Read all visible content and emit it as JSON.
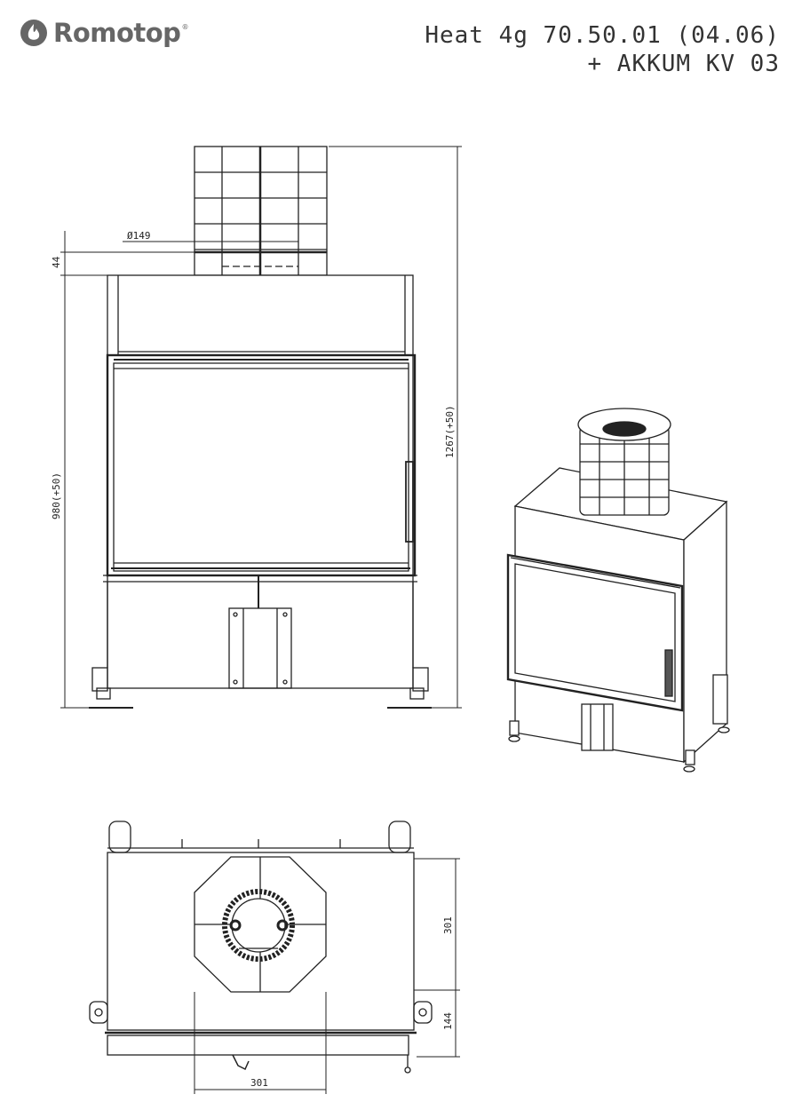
{
  "header": {
    "brand": "Romotop",
    "brand_mark": "registered",
    "logo_icon": "flame-logo-icon",
    "title_line1": "Heat 4g 70.50.01 (04.06)",
    "title_line2": "+ AKKUM KV 03"
  },
  "front_view": {
    "dim_flue_diameter": "Ø149",
    "dim_top_offset": "44",
    "dim_height_body": "980(+50)",
    "dim_height_total": "1267(+50)"
  },
  "top_view": {
    "dim_depth_front": "301",
    "dim_depth_rear": "144",
    "dim_width": "301"
  },
  "colors": {
    "line": "#222222",
    "logo": "#666666"
  }
}
